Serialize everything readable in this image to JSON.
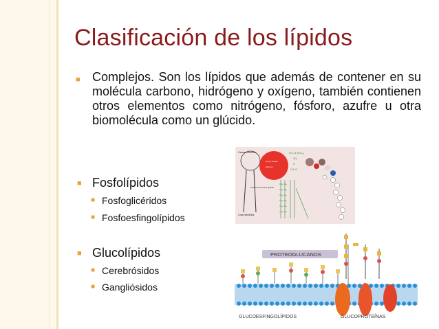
{
  "slide": {
    "title": "Clasificación de los lípidos",
    "bullets": {
      "complejos": "Complejos. Son los lípidos que además de contener en su molécula carbono, hidrógeno y oxígeno, también contienen otros elementos como nitrógeno, fósforo, azufre u otra biomolécula como un glúcido.",
      "fosfolipidos": "Fosfolípidos",
      "fosfogliceridos": "Fosfoglicéridos",
      "fosfoesfingolipidos": "Fosfoesfingolípidos",
      "glucolipidos": "Glucolípidos",
      "cerebrosidos": "Cerebrósidos",
      "gangliosidos": "Gangliósidos"
    },
    "diagram1": {
      "labels": [
        "Cabeza hidrófila",
        "Grupo fosfato",
        "Glicerol",
        "Cola hidrófoba",
        "Cadena de ácidos grasos"
      ]
    },
    "diagram2": {
      "labels": [
        "PROTEOGLUCANOS",
        "GLUCOESFINGOLÍPIDOS",
        "GLUCOPROTEÍNAS"
      ]
    },
    "colors": {
      "title": "#8b1a1d",
      "bullet_marker": "#e8a33c",
      "frame": "#fdf8e9"
    }
  }
}
